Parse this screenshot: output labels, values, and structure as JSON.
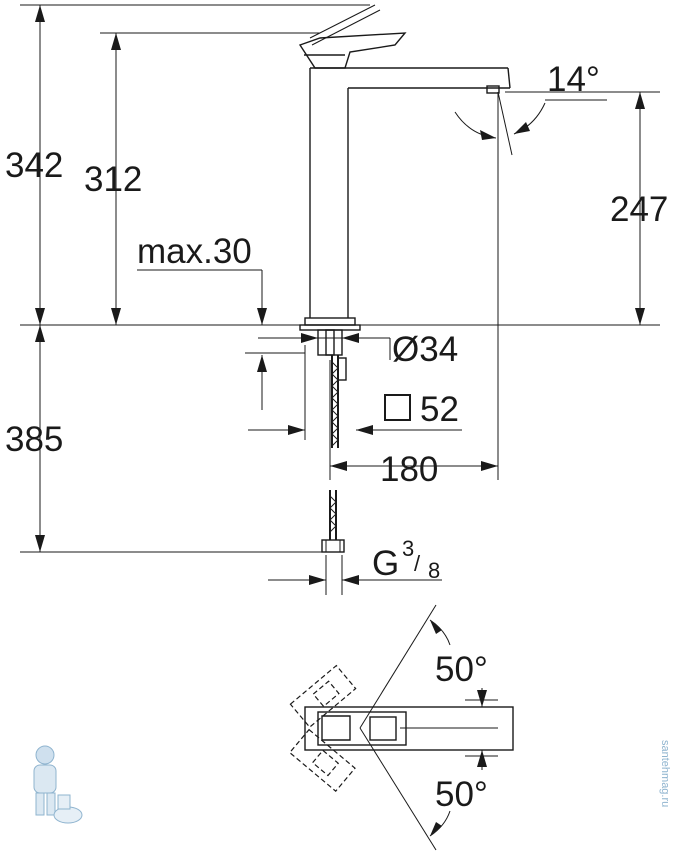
{
  "dimensions": {
    "total_height": "342",
    "spout_top_height": "312",
    "max_deck_thickness": "max.30",
    "spout_angle": "14°",
    "spout_height": "247",
    "hole_diameter": "Ø34",
    "base_square": "52",
    "projection": "180",
    "hose_length": "385",
    "connection_thread_letter": "G",
    "connection_thread_num": "3",
    "connection_thread_den": "8",
    "lever_rotation_back": "50°",
    "lever_rotation_front": "50°"
  },
  "watermark": {
    "text": "santehmag.ru",
    "icon": "plumber-mascot-icon"
  }
}
